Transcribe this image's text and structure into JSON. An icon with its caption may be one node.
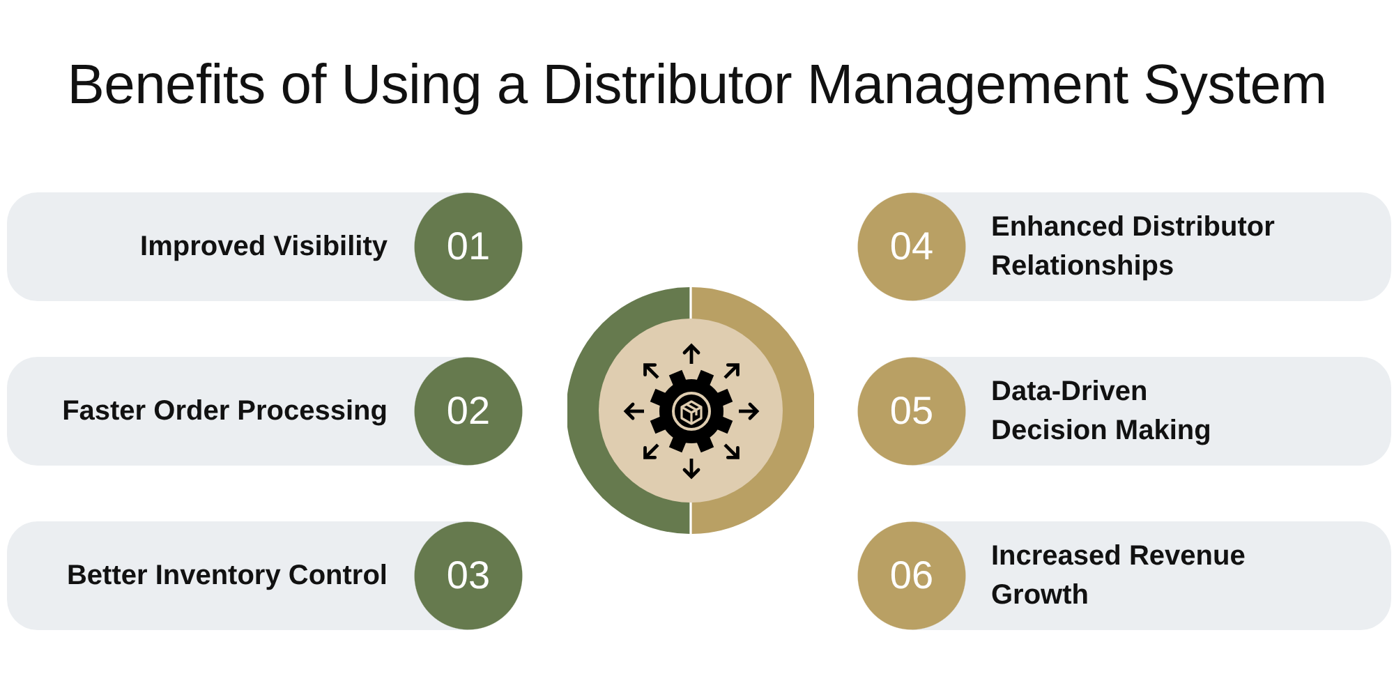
{
  "diagram": {
    "title": "Benefits of Using a Distributor Management System",
    "nodes": [
      {
        "text": [
          "Improved Visibility"
        ]
      },
      {
        "text": [
          "01"
        ]
      },
      {
        "text": [
          "Faster Order Processing"
        ]
      },
      {
        "text": [
          "02"
        ]
      },
      {
        "text": [
          "Better Inventory Control"
        ]
      },
      {
        "text": [
          "03"
        ]
      },
      {
        "text": [],
        "shape": "circle"
      },
      {
        "text": [
          "04"
        ]
      },
      {
        "text": [
          "Enhanced Distributor Relationships"
        ]
      },
      {
        "text": [
          "05"
        ]
      },
      {
        "text": [
          "Data-Driven Decision Making"
        ]
      },
      {
        "text": [
          "06"
        ]
      },
      {
        "text": [
          "Increased Revenue Growth"
        ]
      }
    ]
  }
}
